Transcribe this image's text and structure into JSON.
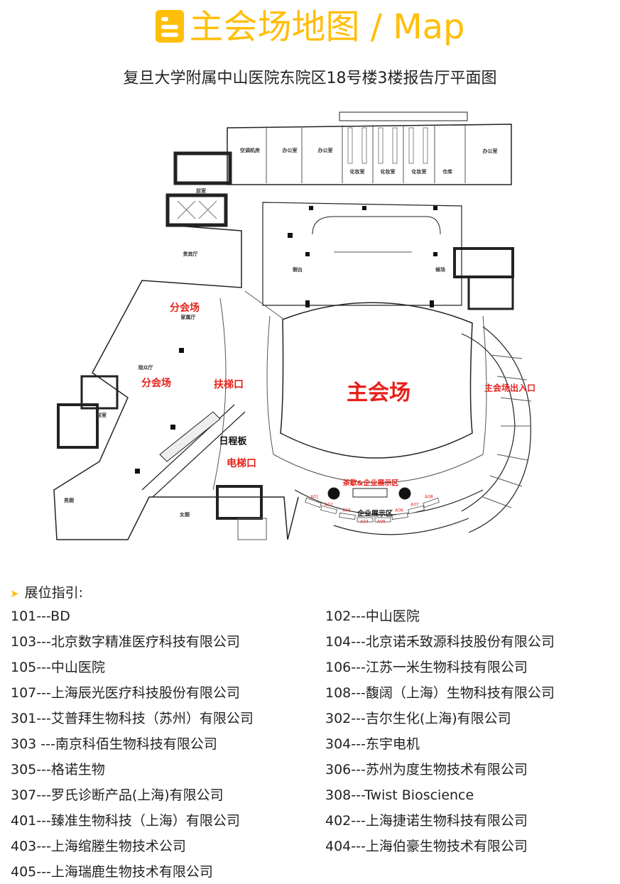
{
  "header": {
    "title": "主会场地图 / Map",
    "subtitle": "复旦大学附属中山医院东院区18号楼3楼报告厅平面图",
    "accent": "#FFBE0A"
  },
  "map": {
    "zones": {
      "sub_hall_1": "分会场",
      "sub_hall_2": "分会场",
      "escalator": "扶梯口",
      "main_hall": "主会场",
      "main_entrance": "主会场出入口",
      "schedule_board": "日程板",
      "elevator": "电梯口",
      "tea_break": "茶歇&企业展示区",
      "exhibition": "企业展示区"
    },
    "rooms": {
      "ac_room": "空调机房",
      "office_1": "办公室",
      "office_2": "办公室",
      "office_3": "办公室",
      "dressing_1": "化妆室",
      "dressing_2": "化妆室",
      "dressing_3": "化妆室",
      "storage": "仓库",
      "anteroom_1": "前室",
      "anteroom_2": "前室",
      "vip": "贵宾厅",
      "family": "家属厅",
      "audience": "观众厅",
      "side_stage": "侧台",
      "waiting": "候场",
      "mens_wc": "男厕",
      "womens_wc": "女厕"
    },
    "booths": [
      "A01",
      "A02",
      "A03",
      "A04",
      "A05",
      "A06",
      "A07",
      "A08"
    ],
    "highlight_color": "#E8201A"
  },
  "guide": {
    "heading": "展位指引:",
    "left": [
      "101---BD",
      "103---北京数字精准医疗科技有限公司",
      "105---中山医院",
      "107---上海辰光医疗科技股份有限公司",
      "301---艾普拜生物科技（苏州）有限公司",
      "303 ---南京科佰生物科技有限公司",
      "305---格诺生物",
      "307---罗氏诊断产品(上海)有限公司",
      "401---臻准生物科技（上海）有限公司",
      "403---上海绾塍生物技术公司",
      "405---上海瑞鹿生物技术有限公司"
    ],
    "right": [
      "102---中山医院",
      "104---北京诺禾致源科技股份有限公司",
      "106---江苏一米生物科技有限公司",
      "108---馥阔（上海）生物科技有限公司",
      "302---吉尔生化(上海)有限公司",
      "304---东宇电机",
      "306---苏州为度生物技术有限公司",
      "308---Twist Bioscience",
      "402---上海捷诺生物科技有限公司",
      "404---上海伯豪生物技术有限公司"
    ]
  }
}
